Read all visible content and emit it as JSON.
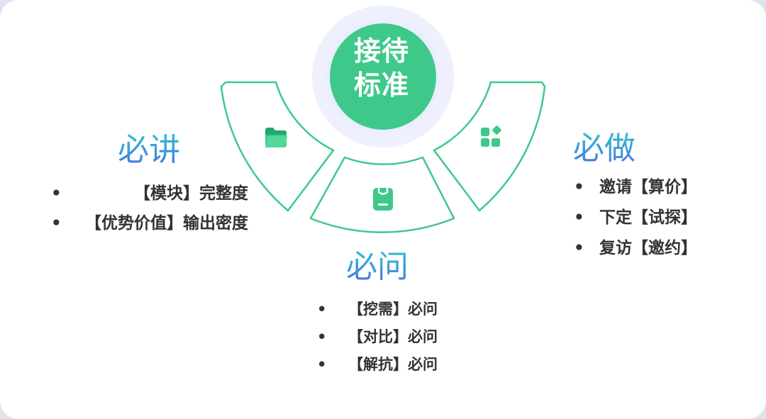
{
  "center": {
    "line1": "接待",
    "line2": "标准"
  },
  "sections": {
    "left": {
      "heading": "必讲",
      "items": [
        "【模块】完整度",
        "【优势价值】输出密度"
      ],
      "icon": "folder-icon"
    },
    "bottom": {
      "heading": "必问",
      "items": [
        "【挖需】必问",
        "【对比】必问",
        "【解抗】必问"
      ],
      "icon": "clipboard-icon"
    },
    "right": {
      "heading": "必做",
      "items": [
        "邀请【算价】",
        "下定【试探】",
        "复访【邀约】"
      ],
      "icon": "apps-icon"
    }
  },
  "colors": {
    "accent_green": "#3ec98a",
    "halo": "#dfe4fa",
    "heading_gradient_top": "#2ec3d6",
    "heading_gradient_bottom": "#4a70e0",
    "text": "#333333"
  }
}
